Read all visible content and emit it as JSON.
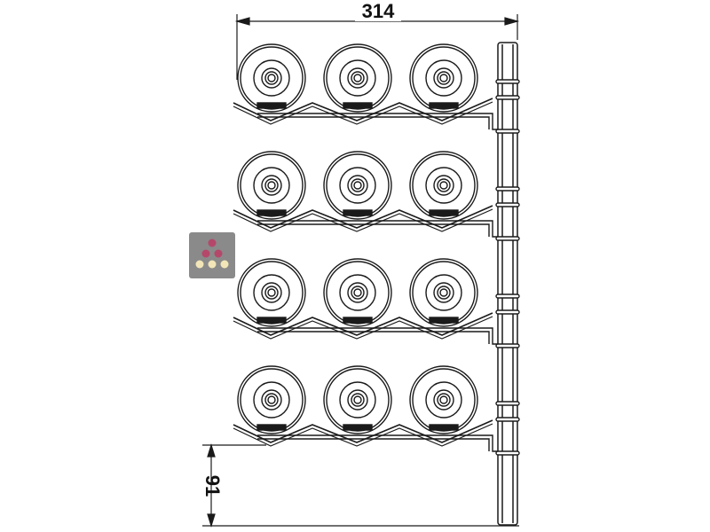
{
  "dimensions": {
    "width_label": "314",
    "height_label": "91"
  },
  "rack": {
    "shelves": 4,
    "bottles_per_shelf": 3
  },
  "logo": {
    "icon": "wine-bottles-logo-icon"
  },
  "colors": {
    "line": "#1a1a1a",
    "logo_bg": "#8a8a8a",
    "logo_bottle_top": "#b5476b",
    "logo_bottle_bottom": "#f2e6b8"
  }
}
